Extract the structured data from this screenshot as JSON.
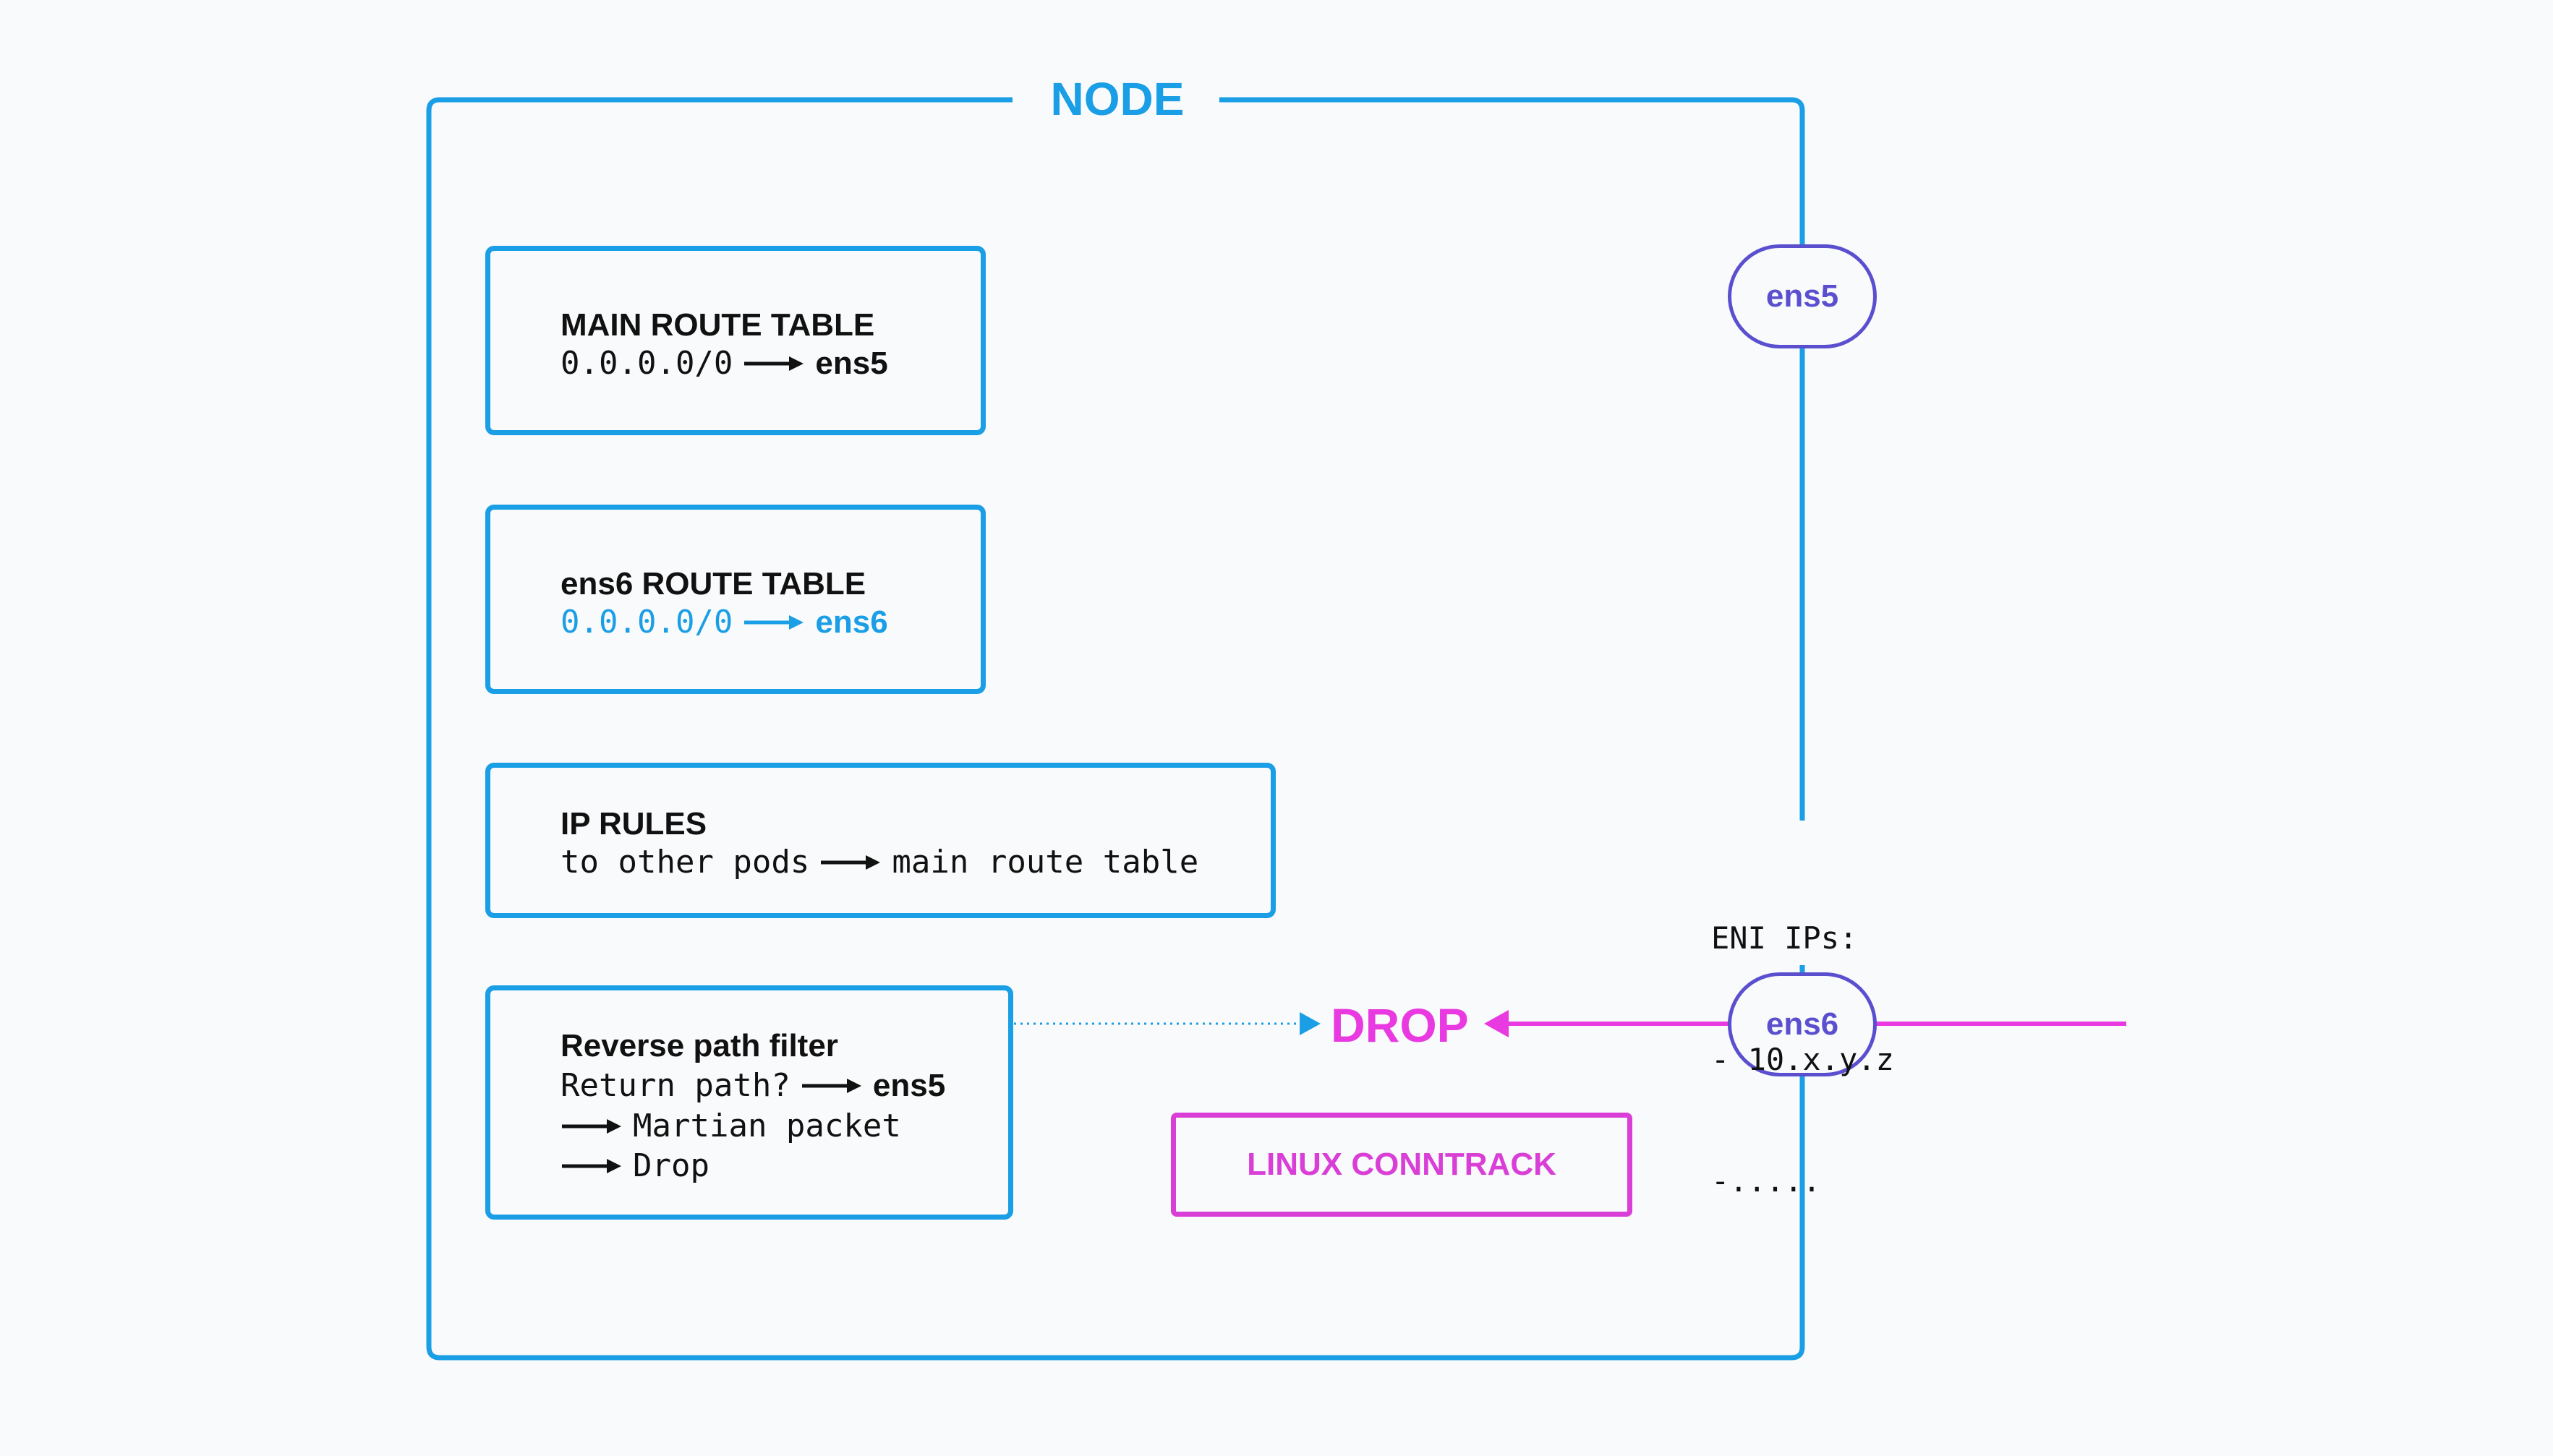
{
  "node": {
    "title": "NODE"
  },
  "main_route_table": {
    "title": "MAIN ROUTE TABLE",
    "route": {
      "dest": "0.0.0.0/0",
      "iface": "ens5"
    }
  },
  "ens6_route_table": {
    "title": "ens6 ROUTE TABLE",
    "route": {
      "dest": "0.0.0.0/0",
      "iface": "ens6"
    }
  },
  "ip_rules": {
    "title": "IP RULES",
    "rule": {
      "match": "to other pods",
      "target": "main route table"
    }
  },
  "rp_filter": {
    "title": "Reverse path filter",
    "return_label": "Return path?",
    "return_iface": "ens5",
    "step1": "Martian packet",
    "step2": "Drop"
  },
  "interfaces": {
    "ens5": "ens5",
    "ens6": "ens6"
  },
  "eni": {
    "heading": "ENI IPs:",
    "ip1": "- 10.x.y.z",
    "ip2": "-....."
  },
  "drop_label": "DROP",
  "conntrack_label": "LINUX CONNTRACK",
  "colors": {
    "node_border": "#1a9ee6",
    "interface": "#5a4fcf",
    "packet_path": "#e83ae0",
    "conntrack": "#d93fd6",
    "text": "#111111"
  }
}
